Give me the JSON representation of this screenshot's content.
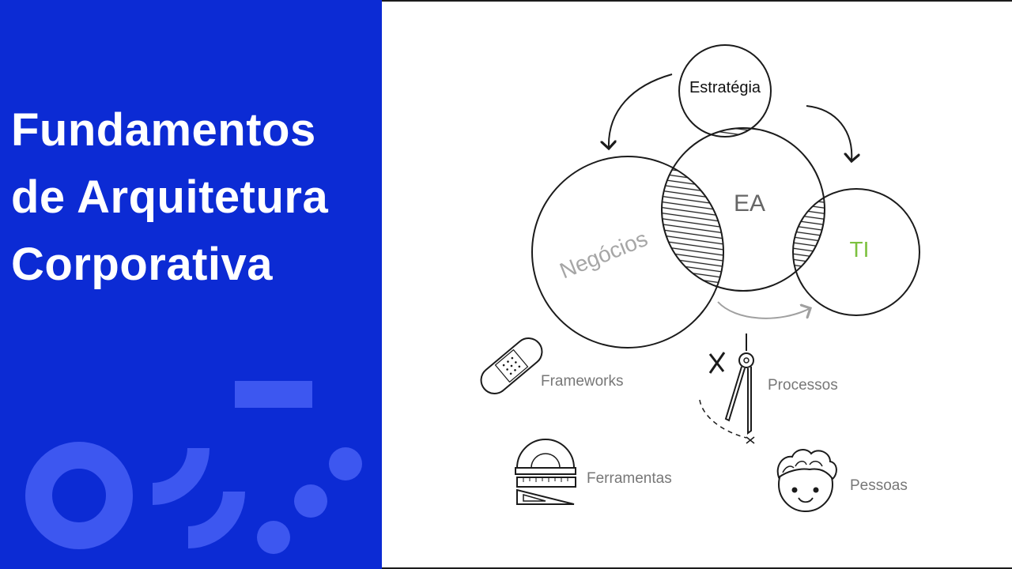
{
  "title_lines": [
    "Fundamentos",
    "de Arquitetura",
    "Corporativa"
  ],
  "diagram": {
    "estrategia": "Estratégia",
    "ea": "EA",
    "negocios": "Negócios",
    "ti": "TI",
    "frameworks": "Frameworks",
    "processos": "Processos",
    "ferramentas": "Ferramentas",
    "pessoas": "Pessoas"
  },
  "colors": {
    "panel_blue": "#0c2bd4",
    "accent_blue": "#3d57f0",
    "ti_green": "#7cc13f",
    "label_gray": "#777777"
  }
}
